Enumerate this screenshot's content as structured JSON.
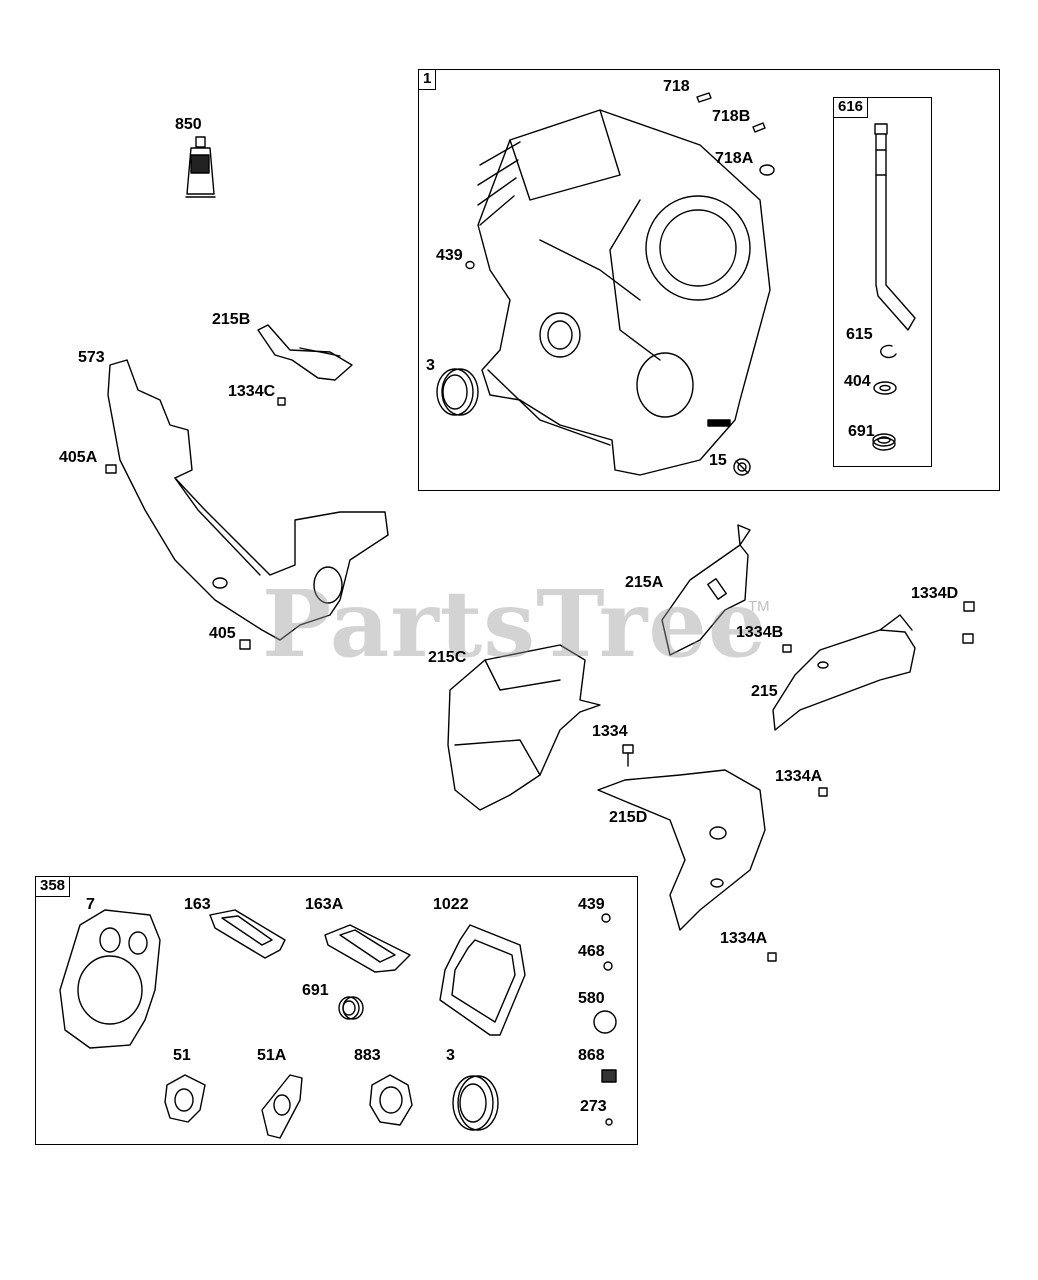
{
  "watermark": {
    "text": "PartsTree",
    "tm": "TM"
  },
  "groups": {
    "block": "1",
    "dipstick": "616",
    "gasket_set": "358"
  },
  "labels": {
    "p850": "850",
    "p718": "718",
    "p718b": "718B",
    "p718a": "718A",
    "p439": "439",
    "p3": "3",
    "p15": "15",
    "p615": "615",
    "p404": "404",
    "p691": "691",
    "p215b": "215B",
    "p573": "573",
    "p1334c": "1334C",
    "p405a": "405A",
    "p405": "405",
    "p215a": "215A",
    "p1334d": "1334D",
    "p1334b": "1334B",
    "p215c": "215C",
    "p215": "215",
    "p1334": "1334",
    "p1334a1": "1334A",
    "p215d": "215D",
    "p1334a2": "1334A",
    "g7": "7",
    "g163": "163",
    "g163a": "163A",
    "g1022": "1022",
    "g439": "439",
    "g468": "468",
    "g691": "691",
    "g580": "580",
    "g51": "51",
    "g51a": "51A",
    "g883": "883",
    "g3": "3",
    "g868": "868",
    "g273": "273"
  }
}
